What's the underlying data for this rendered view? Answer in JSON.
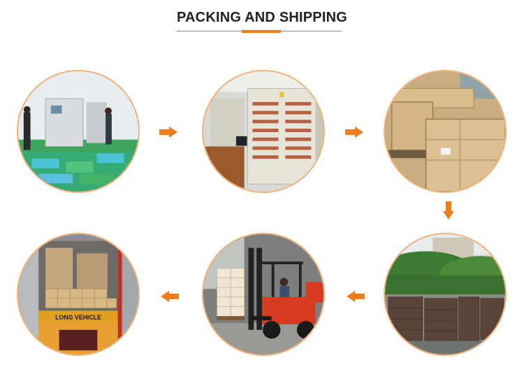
{
  "title": "PACKING AND SHIPPING",
  "colors": {
    "accent": "#f07d1b",
    "ring": "#f0b27a",
    "title": "#222222"
  },
  "steps": [
    {
      "id": 1,
      "scene": "battery-assembly-workshop"
    },
    {
      "id": 2,
      "scene": "battery-testing-cabinets"
    },
    {
      "id": 3,
      "scene": "wooden-crates"
    },
    {
      "id": 4,
      "scene": "palletized-cartons-outdoors"
    },
    {
      "id": 5,
      "scene": "forklift-loading-pallet"
    },
    {
      "id": 6,
      "scene": "container-truck-loading"
    }
  ],
  "truck_sign": "LONG VEHICLE"
}
